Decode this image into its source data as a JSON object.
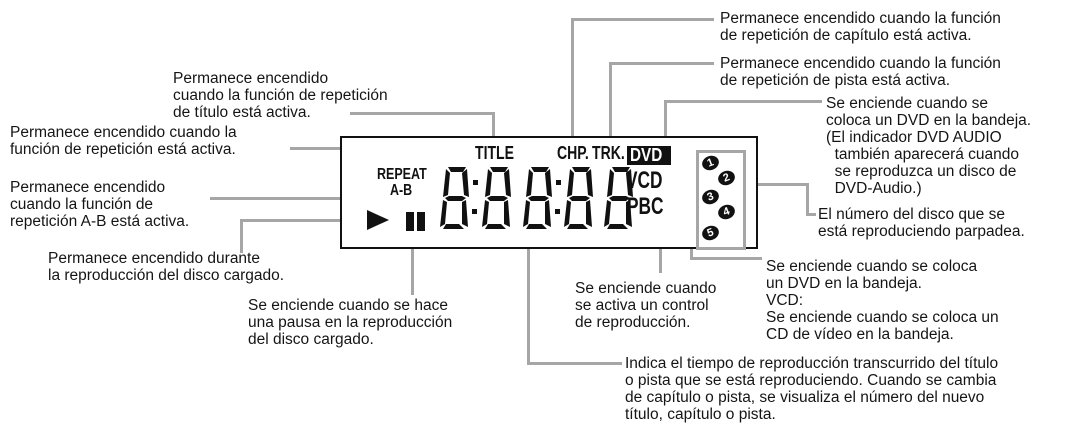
{
  "lcd": {
    "repeat_label": "REPEAT",
    "ab_label": "A-B",
    "title_label": "TITLE",
    "chp_label": "CHP.",
    "trk_label": "TRK.",
    "dvd_label": "DVD",
    "vcd_label": "VCD",
    "pbc_label": "PBC",
    "digits": [
      "8",
      "8",
      "8",
      "8",
      "8"
    ],
    "discs": [
      "1",
      "2",
      "3",
      "4",
      "5"
    ]
  },
  "annotations": {
    "title": "Permanece encendido\ncuando la función de repetición\nde título está activa.",
    "repeat": "Permanece encendido cuando la\nfunción de repetición está activa.",
    "ab": "Permanece encendido\ncuando la función de\nrepetición A-B está activa.",
    "play": "Permanece encendido durante\nla reproducción del disco cargado.",
    "pause": "Se enciende cuando se hace\nuna pausa en la reproducción\ndel disco cargado.",
    "pbc": "Se enciende cuando\nse activa un control\nde reproducción.",
    "vcd": "Se enciende cuando se coloca\nun DVD en la bandeja.\nVCD:\nSe enciende cuando se coloca un\nCD de vídeo en la bandeja.",
    "time": "Indica el tiempo de reproducción transcurrido del título\no pista que se está reproduciendo. Cuando se cambia\nde capítulo o pista, se visualiza el número del nuevo\ntítulo, capítulo o pista.",
    "chp": "Permanece encendido cuando la función\nde repetición de capítulo está activa.",
    "trk": "Permanece encendido cuando la función\nde repetición de pista está activa.",
    "dvd": "Se enciende cuando se\ncoloca un DVD en la bandeja.\n(El indicador DVD AUDIO\n  también aparecerá cuando\n  se reproduzca un disco de\n  DVD-Audio.)",
    "disc": "El número del disco que se\nestá reproduciendo parpadea."
  },
  "colors": {
    "leader_line": "#a6a6a6",
    "lcd_border": "#111111",
    "text": "#151515"
  }
}
